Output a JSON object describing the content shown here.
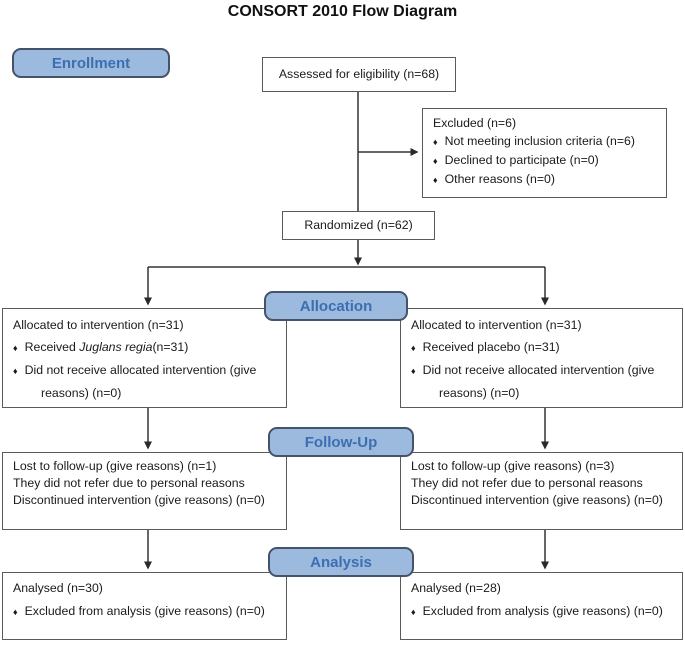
{
  "title": "CONSORT 2010 Flow Diagram",
  "glyphs": {
    "bullet": "♦"
  },
  "colors": {
    "badge_fill": "#9cb9de",
    "badge_border": "#44536a",
    "badge_text": "#3c6fb1",
    "box_border": "#5a5a5a",
    "arrow": "#333333"
  },
  "stages": {
    "enrollment": "Enrollment",
    "allocation": "Allocation",
    "followup": "Follow-Up",
    "analysis": "Analysis"
  },
  "boxes": {
    "assessed": {
      "text": "Assessed for eligibility (n=68)"
    },
    "excluded": {
      "title": "Excluded (n=6)",
      "bullets": [
        "Not meeting inclusion criteria (n=6)",
        "Declined to participate (n=0)",
        "Other reasons (n=0)"
      ]
    },
    "randomized": {
      "text": "Randomized (n=62)"
    },
    "alloc_left": {
      "title": "Allocated to intervention (n=31)",
      "bullet_received": {
        "pre": "Received ",
        "italic": "Juglans regia",
        "post": "(n=31)"
      },
      "bullet_not_received": "Did not receive allocated intervention (give\nreasons) (n=0)"
    },
    "alloc_right": {
      "title": "Allocated to intervention (n=31)",
      "bullet_received": "Received placebo (n=31)",
      "bullet_not_received": "Did not receive allocated intervention (give\nreasons) (n=0)"
    },
    "followup_left": {
      "lines": [
        "Lost to follow-up (give reasons) (n=1)",
        "They did not refer due to personal reasons",
        "Discontinued intervention (give reasons) (n=0)"
      ]
    },
    "followup_right": {
      "lines": [
        "Lost to follow-up (give reasons) (n=3)",
        "They did not refer due to personal reasons",
        "Discontinued intervention (give reasons) (n=0)"
      ]
    },
    "analysis_left": {
      "title": "Analysed (n=30)",
      "bullet": "Excluded from analysis (give reasons) (n=0)"
    },
    "analysis_right": {
      "title": "Analysed (n=28)",
      "bullet": "Excluded from analysis (give reasons) (n=0)"
    }
  }
}
